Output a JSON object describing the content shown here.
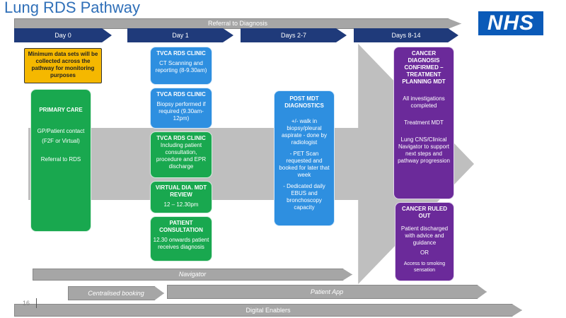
{
  "title": "Lung RDS Pathway",
  "logo": "NHS",
  "top_arrow": "Referral to Diagnosis",
  "days": [
    "Day 0",
    "Day 1",
    "Days 2-7",
    "Days 8-14"
  ],
  "min_data_note": "Minimum data sets will be collected across the pathway for monitoring purposes",
  "primary_care": {
    "title": "PRIMARY CARE",
    "lines": [
      "GP/Patient contact",
      "(F2F or Virtual)",
      "Referral to RDS"
    ]
  },
  "day1": [
    {
      "title": "TVCA RDS CLINIC",
      "body": "CT Scanning and reporting (8-9.30am)"
    },
    {
      "title": "TVCA RDS CLINIC",
      "body": "Biopsy performed if required (9.30am-12pm)"
    },
    {
      "title": "TVCA RDS CLINIC",
      "body": "Including patient consultation, procedure and EPR discharge"
    },
    {
      "title": "VIRTUAL DIA. MDT REVIEW",
      "body": "12 – 12.30pm"
    },
    {
      "title": "PATIENT CONSULTATION",
      "body": "12.30 onwards patient receives diagnosis"
    }
  ],
  "post_mdt": {
    "title": "POST MDT DIAGNOSTICS",
    "lines": [
      "+/- walk in biopsy/pleural aspirate - done by radiologist",
      "- PET Scan requested and booked for later that week",
      "- Dedicated daily EBUS and bronchoscopy capacity"
    ]
  },
  "cancer_confirmed": {
    "title": "CANCER DIAGNOSIS CONFIRMED – TREATMENT PLANNING MDT",
    "lines": [
      "All investigations completed",
      "Treatment MDT",
      "Lung CNS/Clinical Navigator to support next steps and pathway progression"
    ]
  },
  "cancer_ruled_out": {
    "title": "CANCER RULED OUT",
    "lines": [
      "Patient discharged with advice and guidance",
      "OR",
      "Access to smoking sensation"
    ]
  },
  "bottom_arrows": {
    "navigator": "Navigator",
    "booking": "Centralised booking",
    "app": "Patient App",
    "digital": "Digital Enablers"
  },
  "page_number": "16"
}
